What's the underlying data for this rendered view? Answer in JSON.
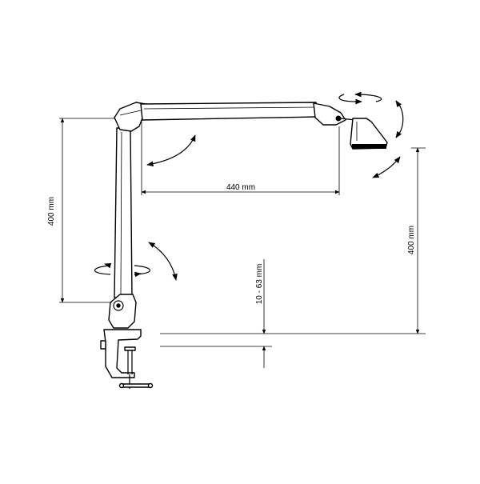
{
  "dimensions": {
    "arm_length": "440 mm",
    "column_height": "400 mm",
    "head_height": "400 mm",
    "clamp_range": "10 - 63 mm"
  }
}
